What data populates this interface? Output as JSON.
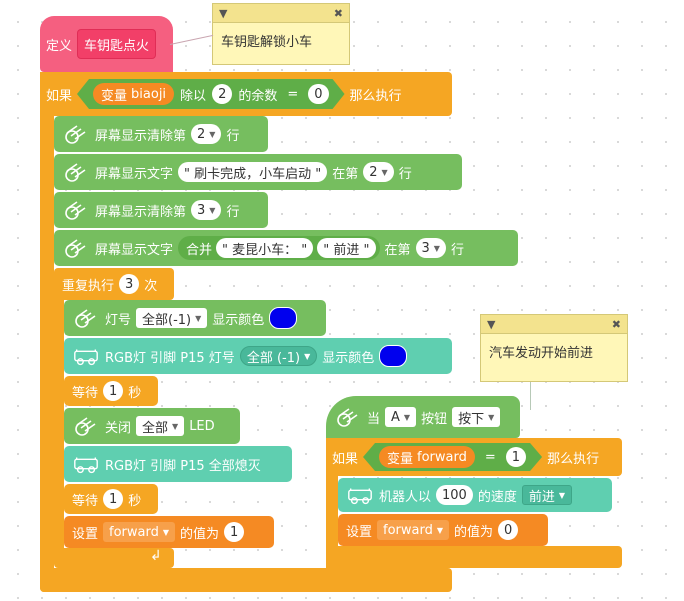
{
  "define": {
    "label": "定义",
    "name": "车钥匙点火"
  },
  "note1": {
    "text": "车钥匙解锁小车"
  },
  "note2": {
    "text": "汽车发动开始前进"
  },
  "if1": {
    "if_label": "如果",
    "var_label": "变量",
    "var_name": "biaoji",
    "div_label": "除以",
    "divisor": "2",
    "rem_label": "的余数",
    "eq": "=",
    "rhs": "0",
    "then_label": "那么执行"
  },
  "screen1": {
    "label": "屏幕显示清除第",
    "line": "2",
    "suffix": "行"
  },
  "screen2": {
    "label": "屏幕显示文字",
    "text": "\" 刷卡完成，小车启动 \"",
    "at_label": "在第",
    "line": "2",
    "suffix": "行"
  },
  "screen3": {
    "label": "屏幕显示清除第",
    "line": "3",
    "suffix": "行"
  },
  "screen4": {
    "label": "屏幕显示文字",
    "join_label": "合并",
    "part1": "\" 麦昆小车： \"",
    "part2": "\" 前进 \"",
    "at_label": "在第",
    "line": "3",
    "suffix": "行"
  },
  "repeat": {
    "label": "重复执行",
    "count": "3",
    "suffix": "次"
  },
  "led1": {
    "label": "灯号",
    "target": "全部(-1)",
    "action": "显示颜色",
    "color": "#0000ee"
  },
  "rgb1": {
    "label": "RGB灯 引脚 P15 灯号",
    "target": "全部 (-1)",
    "action": "显示颜色",
    "color": "#0000ee"
  },
  "wait1": {
    "label": "等待",
    "value": "1",
    "suffix": "秒"
  },
  "off": {
    "label": "关闭",
    "target": "全部",
    "suffix": "LED"
  },
  "rgb2": {
    "label": "RGB灯 引脚 P15 全部熄灭"
  },
  "wait2": {
    "label": "等待",
    "value": "1",
    "suffix": "秒"
  },
  "set1": {
    "label": "设置",
    "var": "forward",
    "mid": "的值为",
    "value": "1"
  },
  "event": {
    "when": "当",
    "key": "A",
    "btn_label": "按钮",
    "state": "按下"
  },
  "if2": {
    "if_label": "如果",
    "var_label": "变量",
    "var_name": "forward",
    "eq": "=",
    "rhs": "1",
    "then_label": "那么执行"
  },
  "robot": {
    "label": "机器人以",
    "speed": "100",
    "mid": "的速度",
    "dir": "前进"
  },
  "set2": {
    "label": "设置",
    "var": "forward",
    "mid": "的值为",
    "value": "0"
  },
  "icons": {
    "screen": "display-icon",
    "led": "led-icon",
    "car": "robot-car-icon"
  }
}
